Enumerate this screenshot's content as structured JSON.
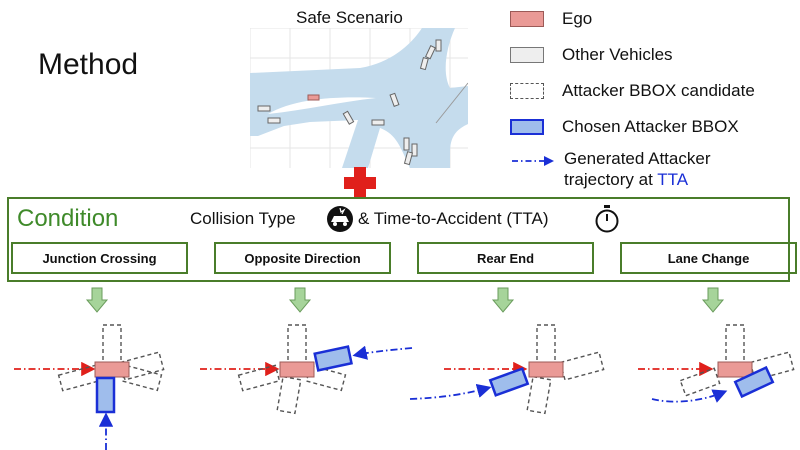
{
  "method_title": "Method",
  "scenario_title": "Safe Scenario",
  "legend": {
    "ego": "Ego",
    "other": "Other Vehicles",
    "candidate": "Attacker BBOX candidate",
    "chosen": "Chosen Attacker BBOX",
    "trajectory_prefix": "Generated Attacker trajectory at ",
    "trajectory_tta": "TTA"
  },
  "condition": {
    "label": "Condition",
    "collision_type": "Collision Type",
    "tta": "& Time-to-Accident (TTA)"
  },
  "collision_types": [
    "Junction Crossing",
    "Opposite Direction",
    "Rear End",
    "Lane Change"
  ],
  "colors": {
    "ego_fill": "#ea9a96",
    "chosen_fill": "#9fbdec",
    "chosen_border": "#1a2fd6",
    "condition_green": "#3f8a2a",
    "road": "#c5dced",
    "plus_red": "#e0201b"
  }
}
